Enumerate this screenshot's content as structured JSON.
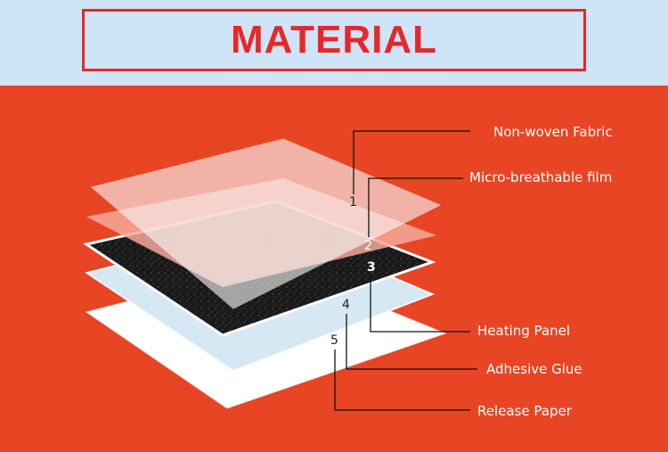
{
  "header": {
    "title": "MATERIAL"
  },
  "layers": [
    {
      "number": "1",
      "label": "Non-woven Fabric"
    },
    {
      "number": "2",
      "label": "Micro-breathable film"
    },
    {
      "number": "3",
      "label": "Heating Panel"
    },
    {
      "number": "4",
      "label": "Adhesive Glue"
    },
    {
      "number": "5",
      "label": "Release Paper"
    }
  ],
  "colors": {
    "background": "#e84524",
    "header_background": "#cfe4f6",
    "title_red": "#e8272a",
    "layer_white": "#ffffff",
    "layer_pink": "#f6a99a",
    "layer_black": "#1a1a1a",
    "layer_blue": "#d6e8f4"
  }
}
